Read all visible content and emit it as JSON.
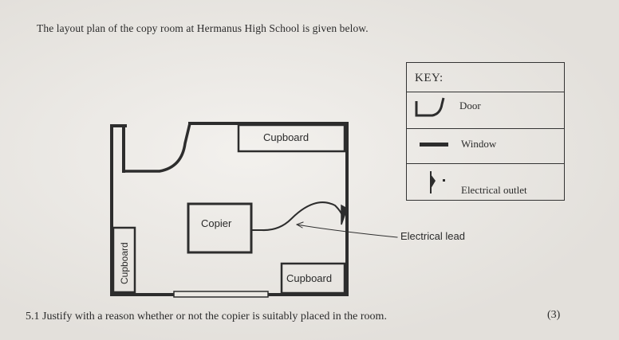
{
  "intro_text": "The layout plan of the copy room at Hermanus High School is given below.",
  "key": {
    "title": "KEY:",
    "door_label": "Door",
    "window_label": "Window",
    "outlet_label": "Electrical outlet"
  },
  "plan": {
    "cupboard_top": "Cupboard",
    "cupboard_left": "Cupboard",
    "cupboard_bottom": "Cupboard",
    "copier": "Copier",
    "lead_label": "Electrical lead"
  },
  "question": {
    "text": "5.1 Justify with a reason whether or not the copier is suitably placed in the room.",
    "marks": "(3)"
  },
  "colors": {
    "ink": "#2b2b2b",
    "paper": "#ece9e4"
  }
}
